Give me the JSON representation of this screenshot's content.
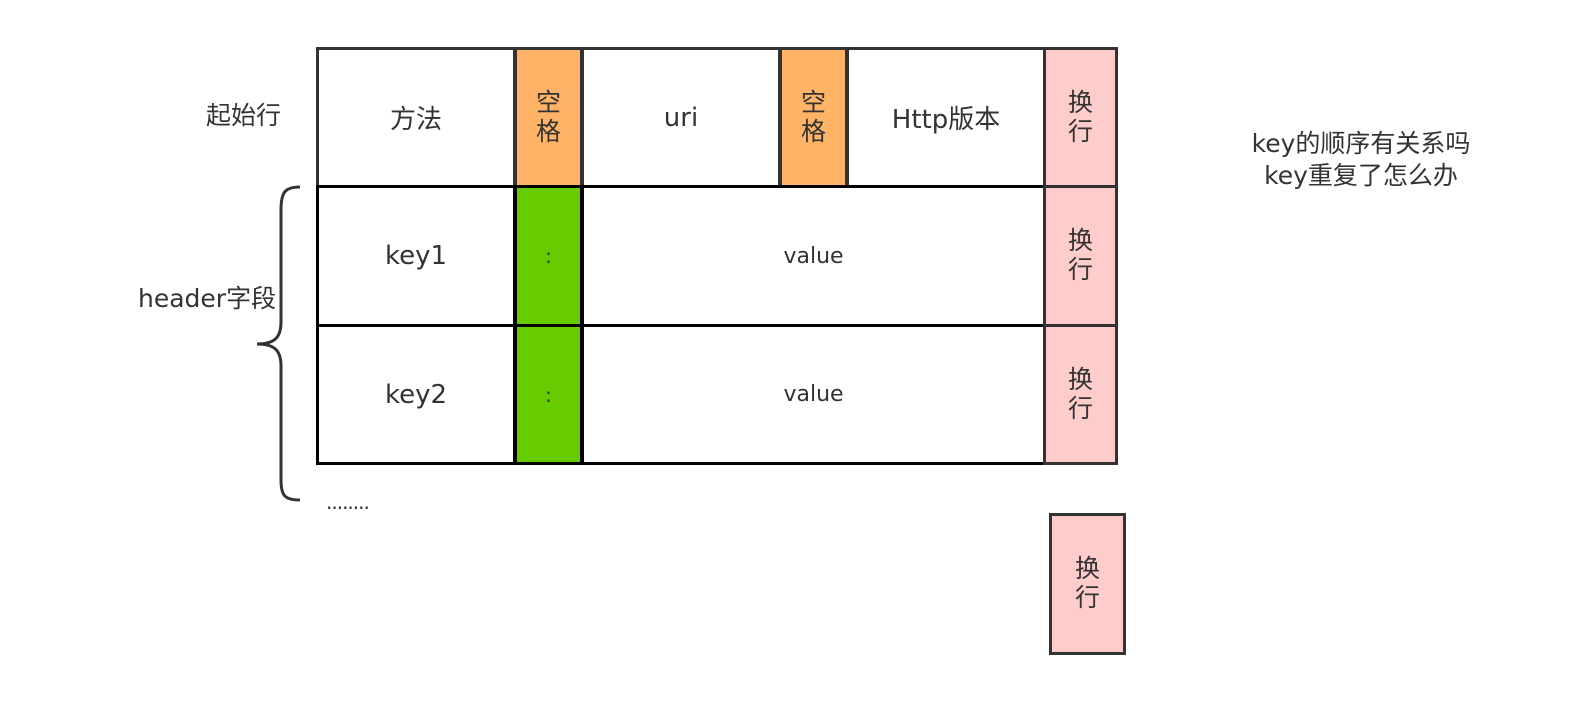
{
  "start_line": {
    "label": "起始行",
    "method": "方法",
    "space": "空格",
    "uri": "uri",
    "version": "Http版本",
    "newline": "换行"
  },
  "header": {
    "label": "header字段",
    "rows": [
      {
        "key": "key1",
        "colon": ":",
        "value": "value",
        "newline": "换行"
      },
      {
        "key": "key2",
        "colon": ":",
        "value": "value",
        "newline": "换行"
      }
    ],
    "ellipsis": "........"
  },
  "final_newline": "换行",
  "notes": {
    "line1": "key的顺序有关系吗",
    "line2": "key重复了怎么办"
  },
  "colors": {
    "space": "#FFB366",
    "colon": "#66CC00",
    "newline": "#FFCCCC"
  }
}
